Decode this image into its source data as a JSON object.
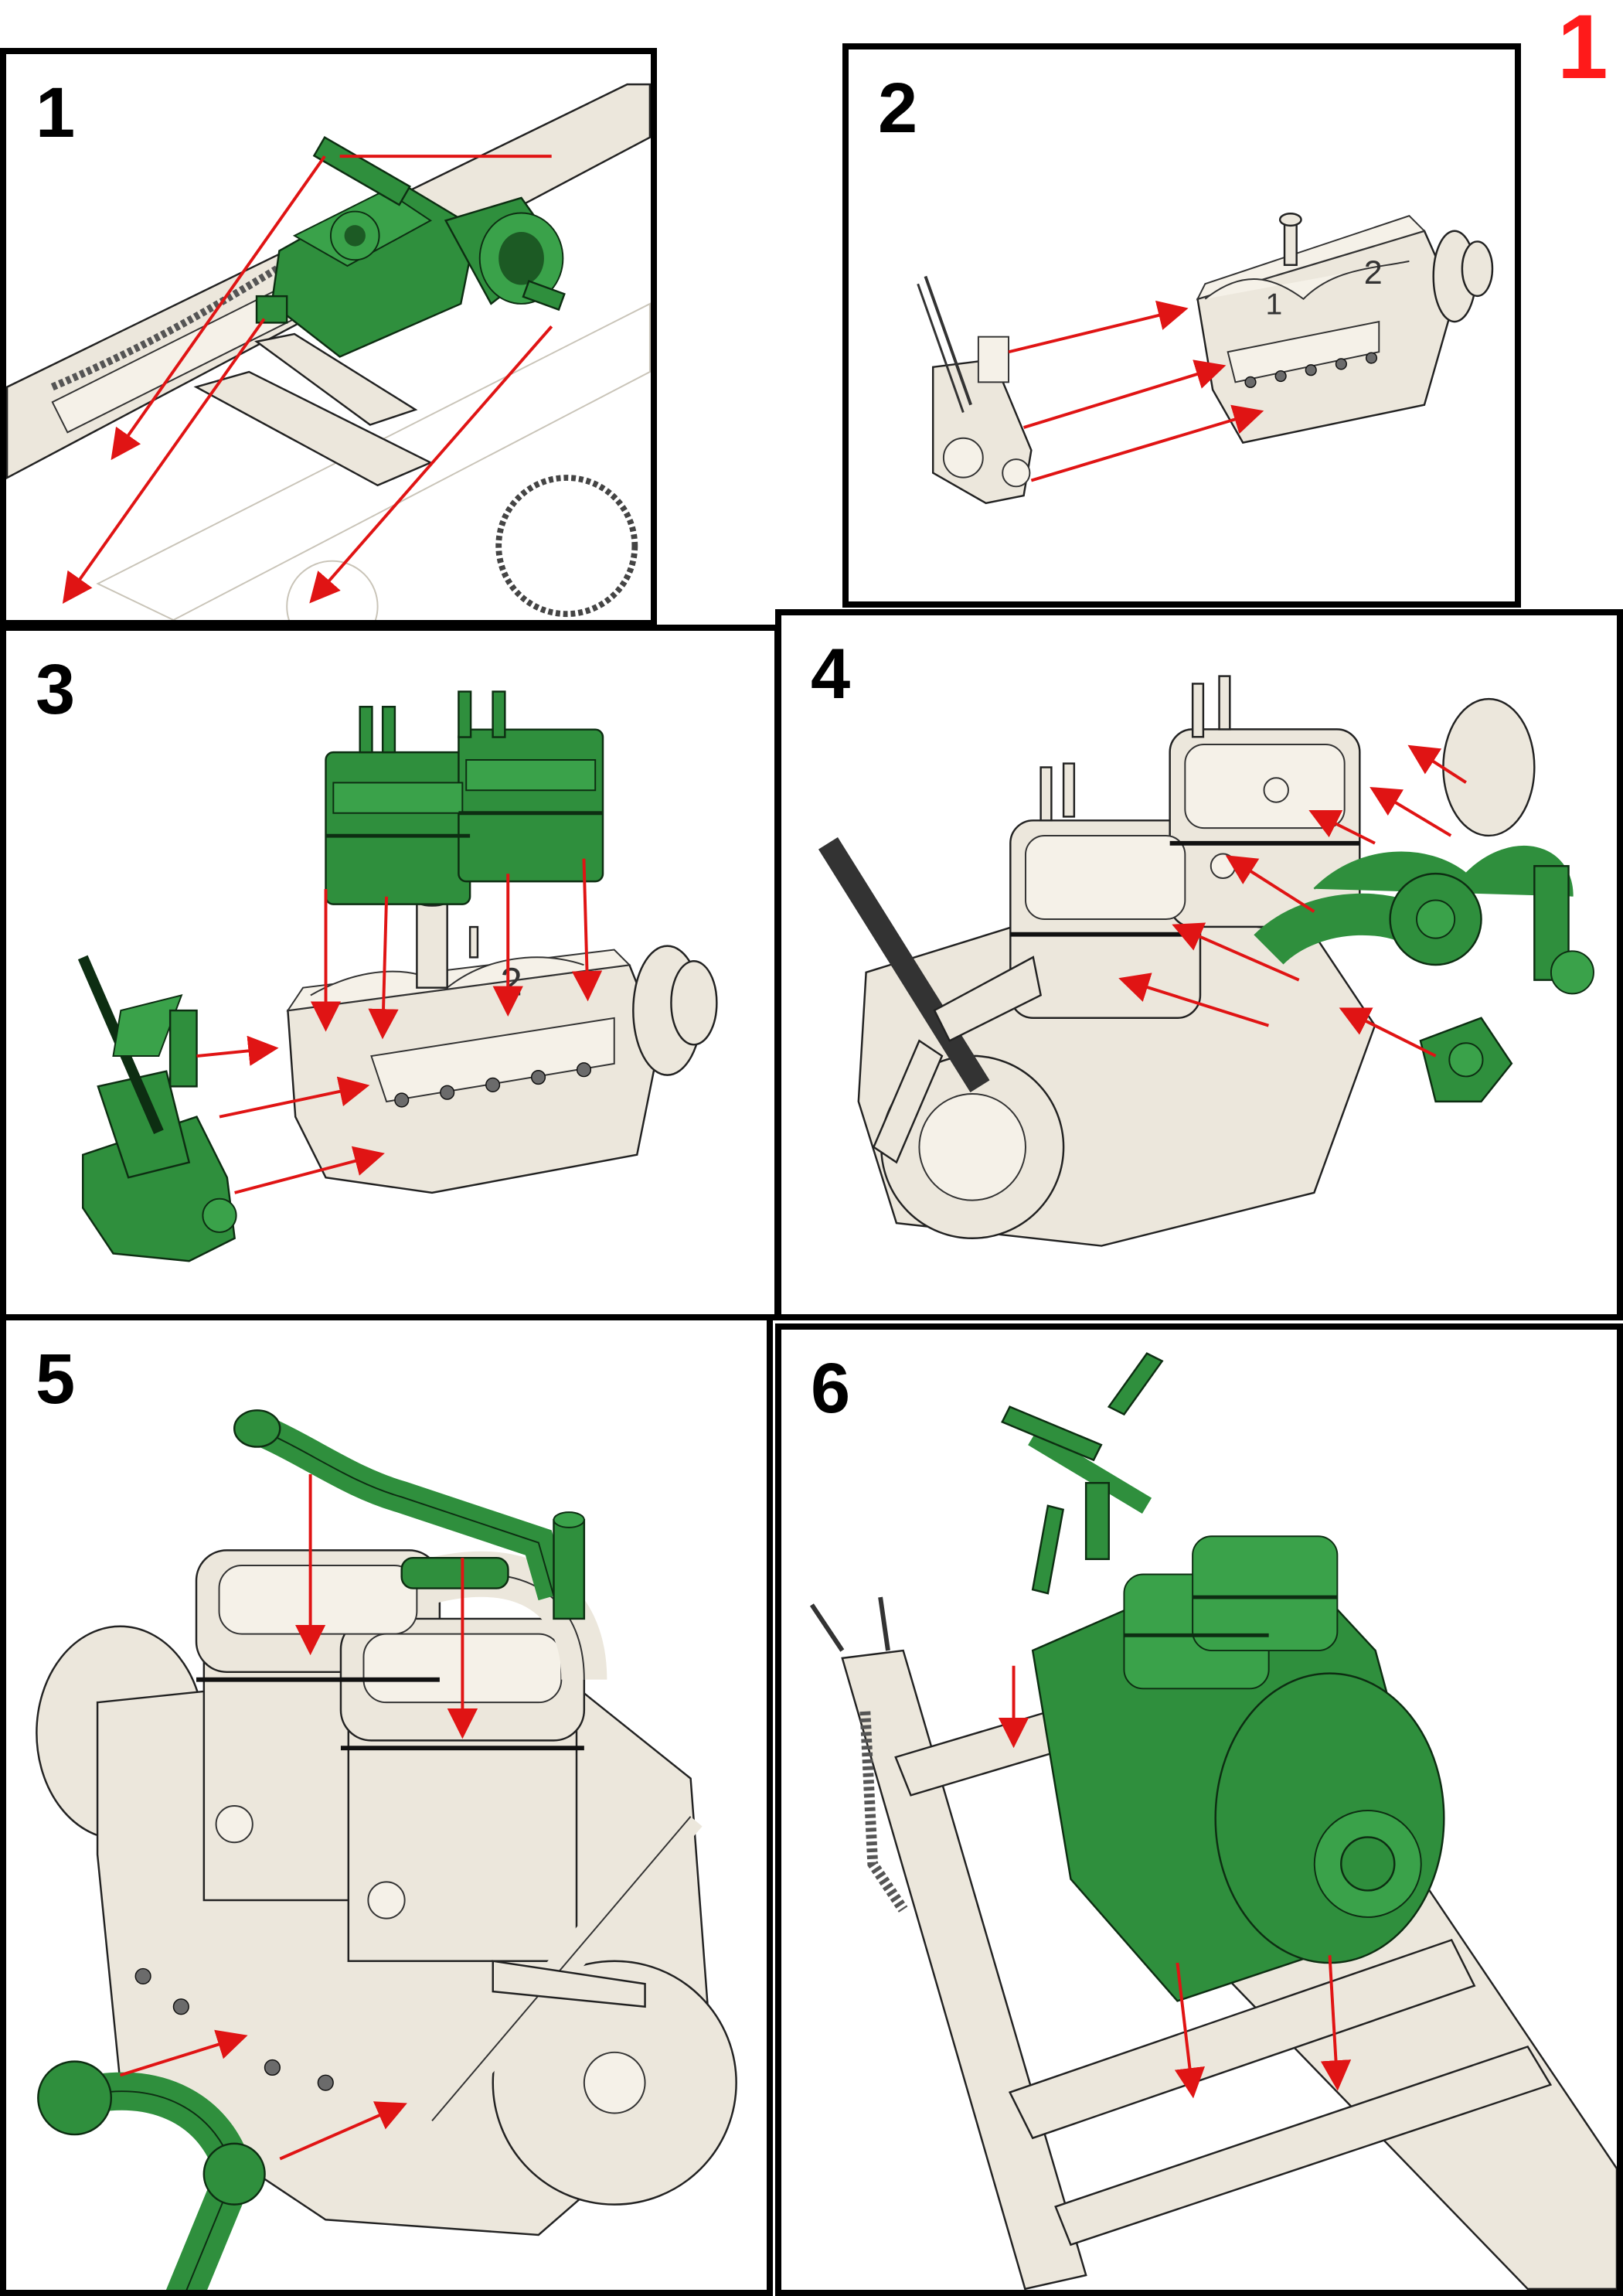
{
  "page_number": "1",
  "colors": {
    "arrow": "#e01414",
    "new_part": "#2f8f3d",
    "existing_part": "#ece7dc",
    "page_number": "#ff1a1a"
  },
  "steps": [
    {
      "number": "1"
    },
    {
      "number": "2"
    },
    {
      "number": "3"
    },
    {
      "number": "4"
    },
    {
      "number": "5"
    },
    {
      "number": "6"
    }
  ],
  "engine_block_labels": {
    "cylinder_1": "1",
    "cylinder_2": "2"
  }
}
